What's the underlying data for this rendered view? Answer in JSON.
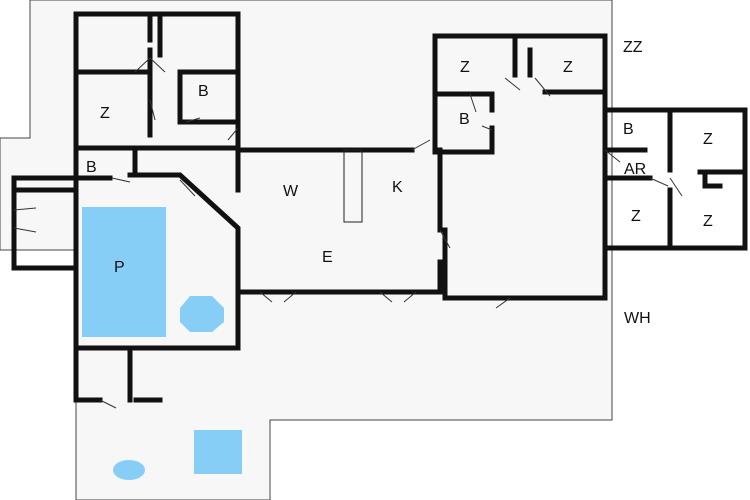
{
  "colors": {
    "floor": "#f7f7f7",
    "outline": "#444444",
    "wall": "#111111",
    "water": "#87cef7"
  },
  "rooms": {
    "z1": "Z",
    "b1": "B",
    "b2": "B",
    "p": "P",
    "w": "W",
    "k": "K",
    "e": "E",
    "z2": "Z",
    "z3": "Z",
    "b3": "B",
    "b4": "B",
    "ar": "AR",
    "z4": "Z",
    "z5": "Z",
    "z6": "Z",
    "zz": "ZZ",
    "wh": "WH"
  }
}
